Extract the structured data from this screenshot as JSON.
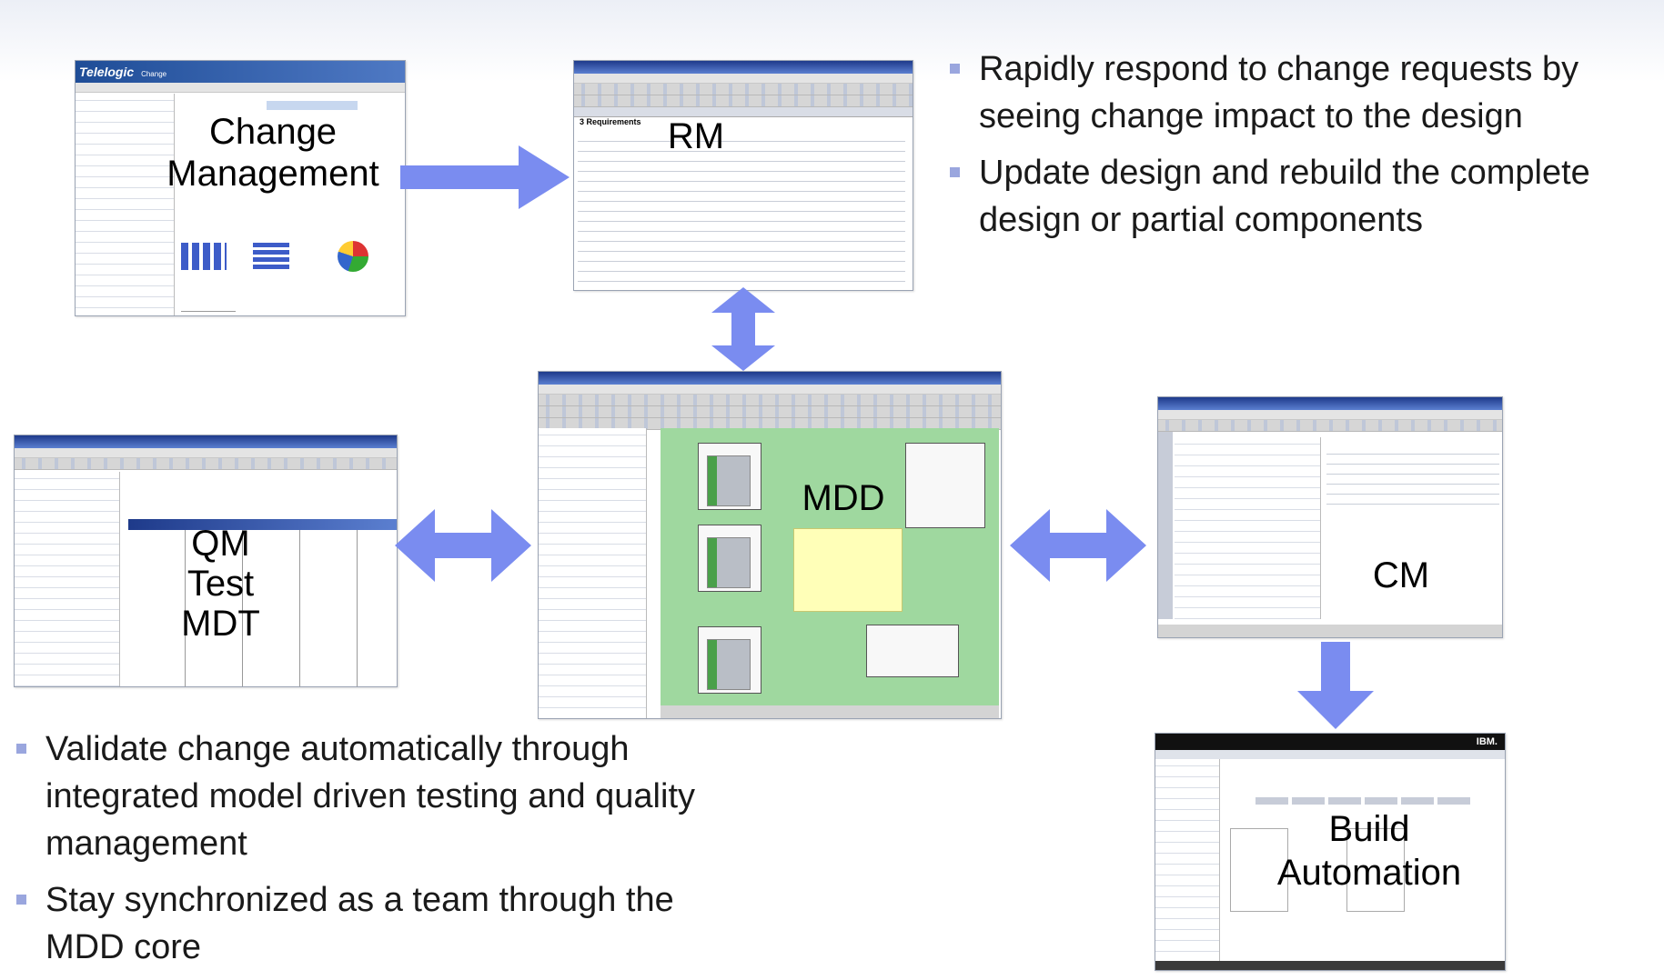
{
  "labels": {
    "change_management": "Change\nManagement",
    "rm": "RM",
    "mdd": "MDD",
    "qm_test_mdt": "QM\nTest\nMDT",
    "cm": "CM",
    "build_automation": "Build\nAutomation"
  },
  "screens": {
    "telelogic_logo": "Telelogic",
    "telelogic_product": "Change",
    "rm_heading": "3 Requirements",
    "ibm_logo": "IBM."
  },
  "bullets_top": [
    "Rapidly respond to change requests by seeing change impact to the design",
    "Update design and rebuild the complete design or partial components"
  ],
  "bullets_bottom": [
    "Validate change automatically through integrated model driven testing and quality management",
    "Stay synchronized as a team through the MDD core"
  ],
  "colors": {
    "arrow": "#7a8cf0",
    "bullet": "#9aa6de",
    "mdd_canvas": "#9fd89f"
  }
}
